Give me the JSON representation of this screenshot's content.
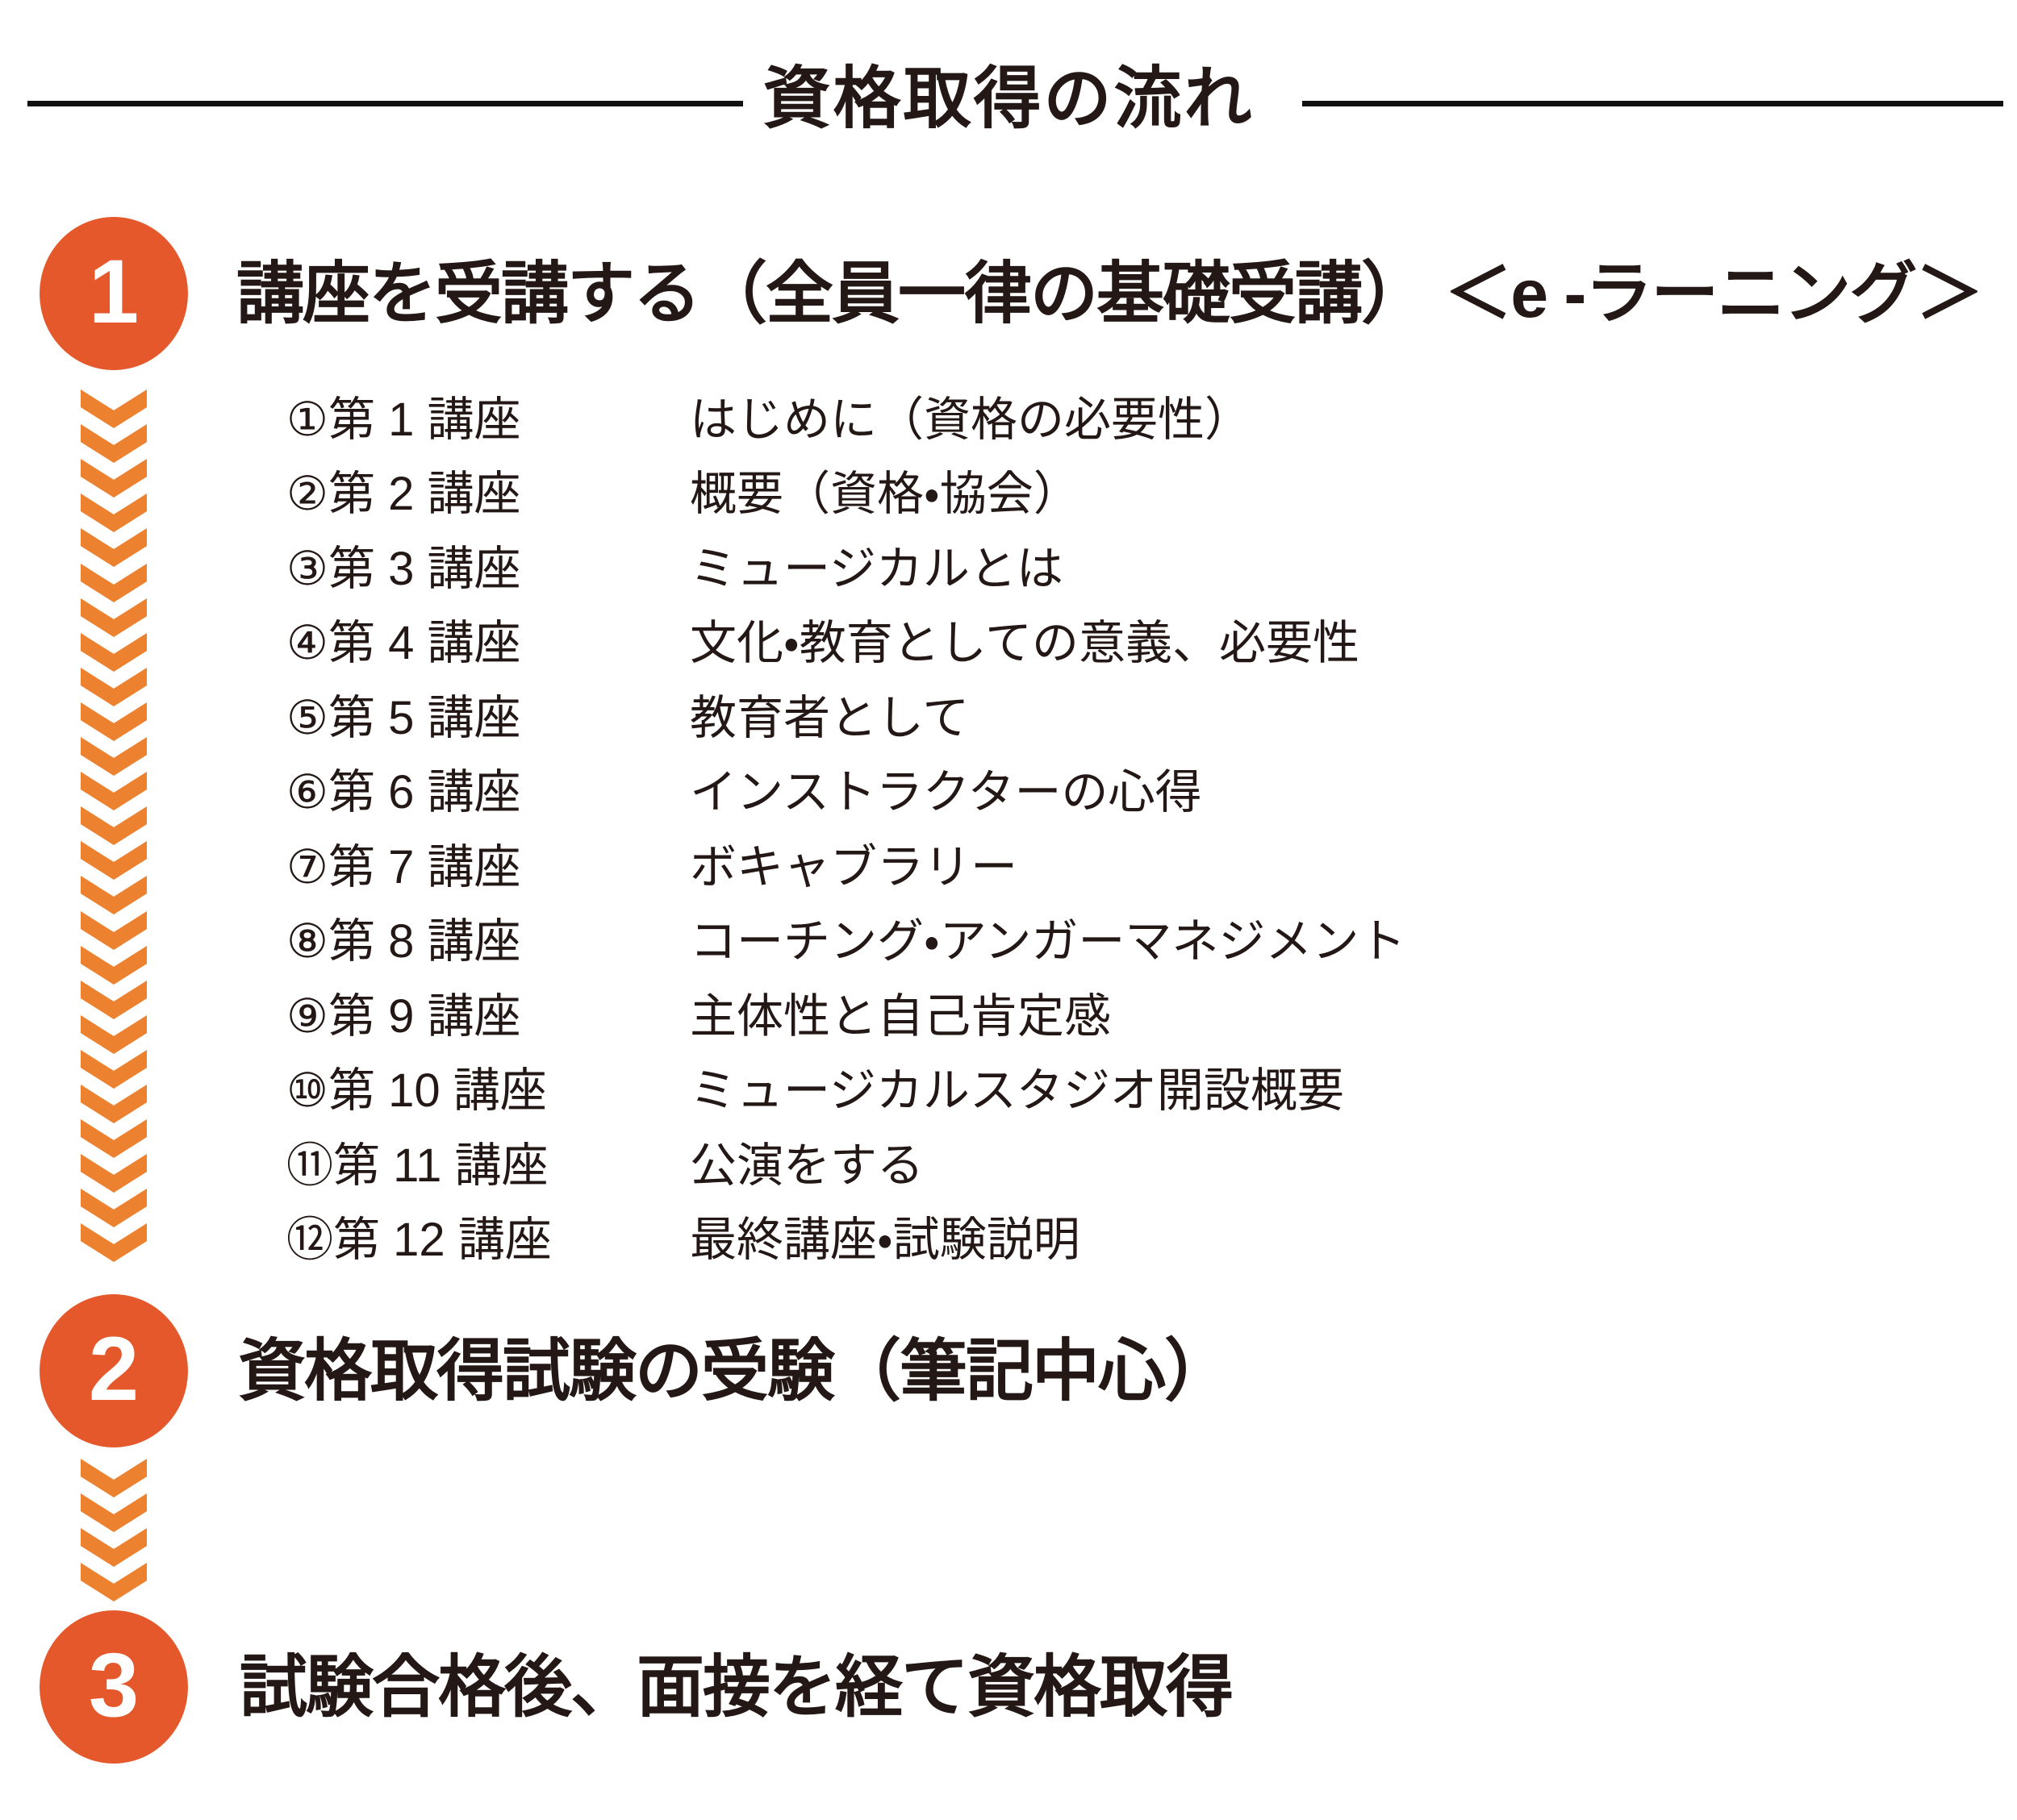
{
  "page": {
    "title": "資格取得の流れ",
    "colors": {
      "circle": "#e5582b",
      "chevron": "#ec8230",
      "text": "#231815",
      "rule": "#111111",
      "number": "#ffffff"
    }
  },
  "steps": [
    {
      "number": "1",
      "heading": "講座を受講する（全員一律の基礎受講） ＜e -ラーニング＞"
    },
    {
      "number": "2",
      "heading": "資格取得試験の受験（筆記中心）"
    },
    {
      "number": "3",
      "heading": "試験合格後、面接を経て資格取得"
    }
  ],
  "courses": [
    {
      "label": "①第 1 講座",
      "title": "はじめに（資格の必要性）"
    },
    {
      "label": "②第 2 講座",
      "title": "概要（資格・協会）"
    },
    {
      "label": "③第 3 講座",
      "title": "ミュージカルとは"
    },
    {
      "label": "④第 4 講座",
      "title": "文化・教育としての意義、必要性"
    },
    {
      "label": "⑤第 5 講座",
      "title": "教育者として"
    },
    {
      "label": "⑥第 6 講座",
      "title": "インストラクターの心得"
    },
    {
      "label": "⑦第 7 講座",
      "title": "ボキャブラリー"
    },
    {
      "label": "⑧第 8 講座",
      "title": "コーチング・アンガーマネジメント"
    },
    {
      "label": "⑨第 9 講座",
      "title": "主体性と自己肯定感"
    },
    {
      "label": "⑩第 10 講座",
      "title": "ミュージカルスタジオ開設概要"
    },
    {
      "label": "⑪第 11 講座",
      "title": "公演をする"
    },
    {
      "label": "⑫第 12 講座",
      "title": "最終講座・試験説明"
    }
  ],
  "arrows": {
    "between_step1_and_step2": 25,
    "between_step2_and_step3": 4
  }
}
